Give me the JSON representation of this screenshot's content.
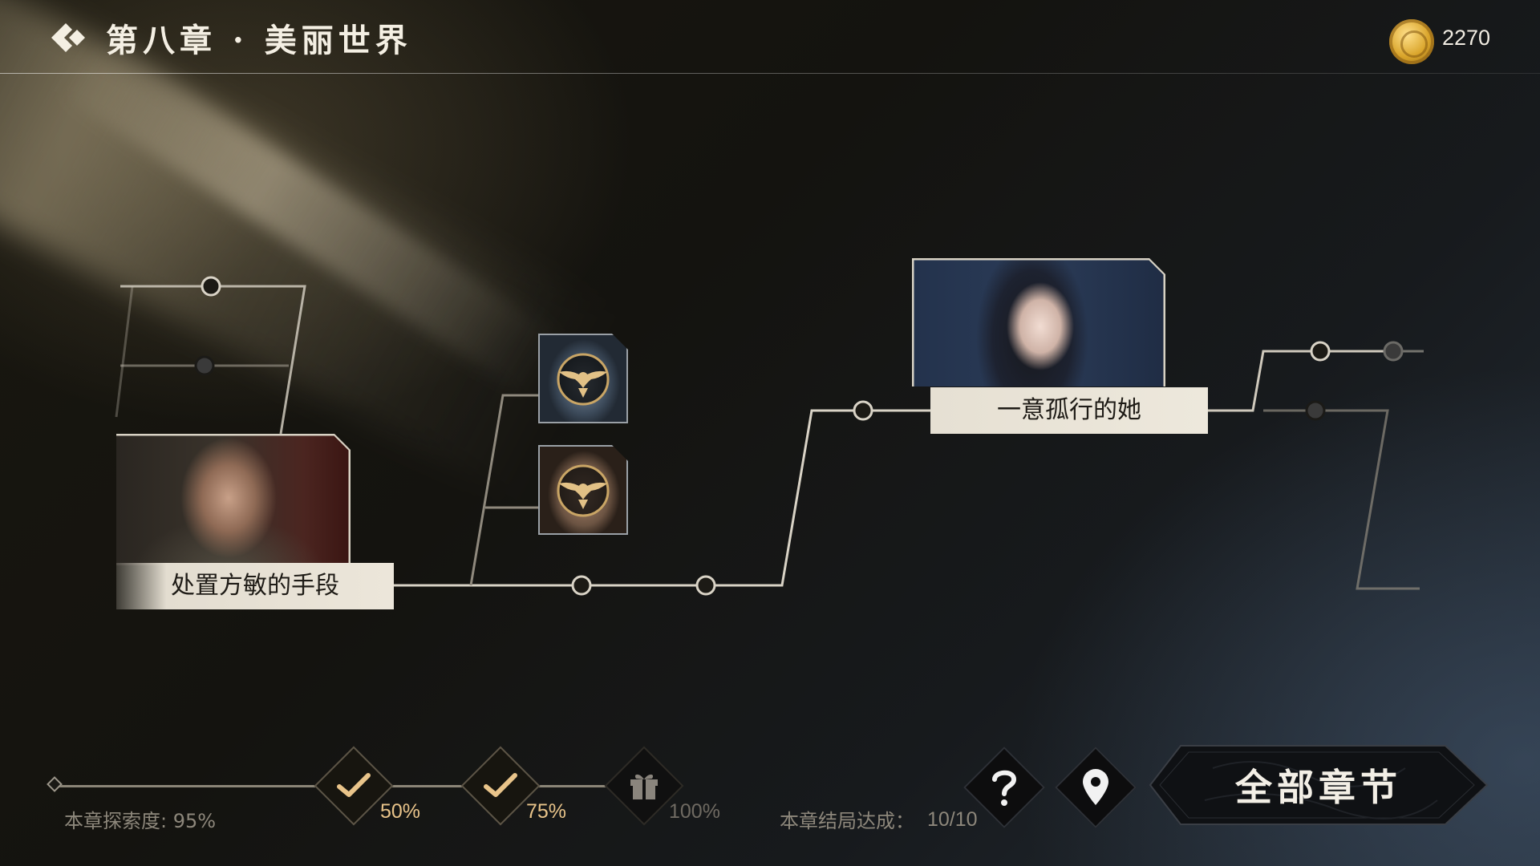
{
  "header": {
    "title": "第八章 · 美丽世界",
    "back_icon": "back-chevron-icon",
    "currency": {
      "icon": "gold-coin-icon",
      "amount": "2270"
    }
  },
  "story_map": {
    "nodes": [
      {
        "label": "处置方敏的手段",
        "type": "scene-card",
        "portrait": "man-in-suit"
      },
      {
        "label": "一意孤行的她",
        "type": "scene-card",
        "portrait": "woman-in-qipao"
      }
    ],
    "locked_avatars": [
      {
        "name": "character-avatar-1",
        "emblem": "winged-emblem-icon"
      },
      {
        "name": "character-avatar-2",
        "emblem": "winged-emblem-icon"
      }
    ]
  },
  "progress": {
    "explore_label": "本章探索度: 95%",
    "explore_value": 0.95,
    "milestones": [
      {
        "percent": "50%",
        "icon": "checkmark-icon",
        "claimed": true
      },
      {
        "percent": "75%",
        "icon": "checkmark-icon",
        "claimed": true
      },
      {
        "percent": "100%",
        "icon": "gift-icon",
        "claimed": false
      }
    ],
    "ending_label": "本章结局达成：",
    "ending_value": "10/10"
  },
  "actions": {
    "help_icon": "question-mark-icon",
    "location_icon": "map-pin-icon",
    "all_chapters_label": "全部章节"
  },
  "colors": {
    "gold": "#e9c48a",
    "accent_gold_text": "#e9c48a",
    "muted_text": "#8d877b",
    "line": "#d9d3c6"
  }
}
